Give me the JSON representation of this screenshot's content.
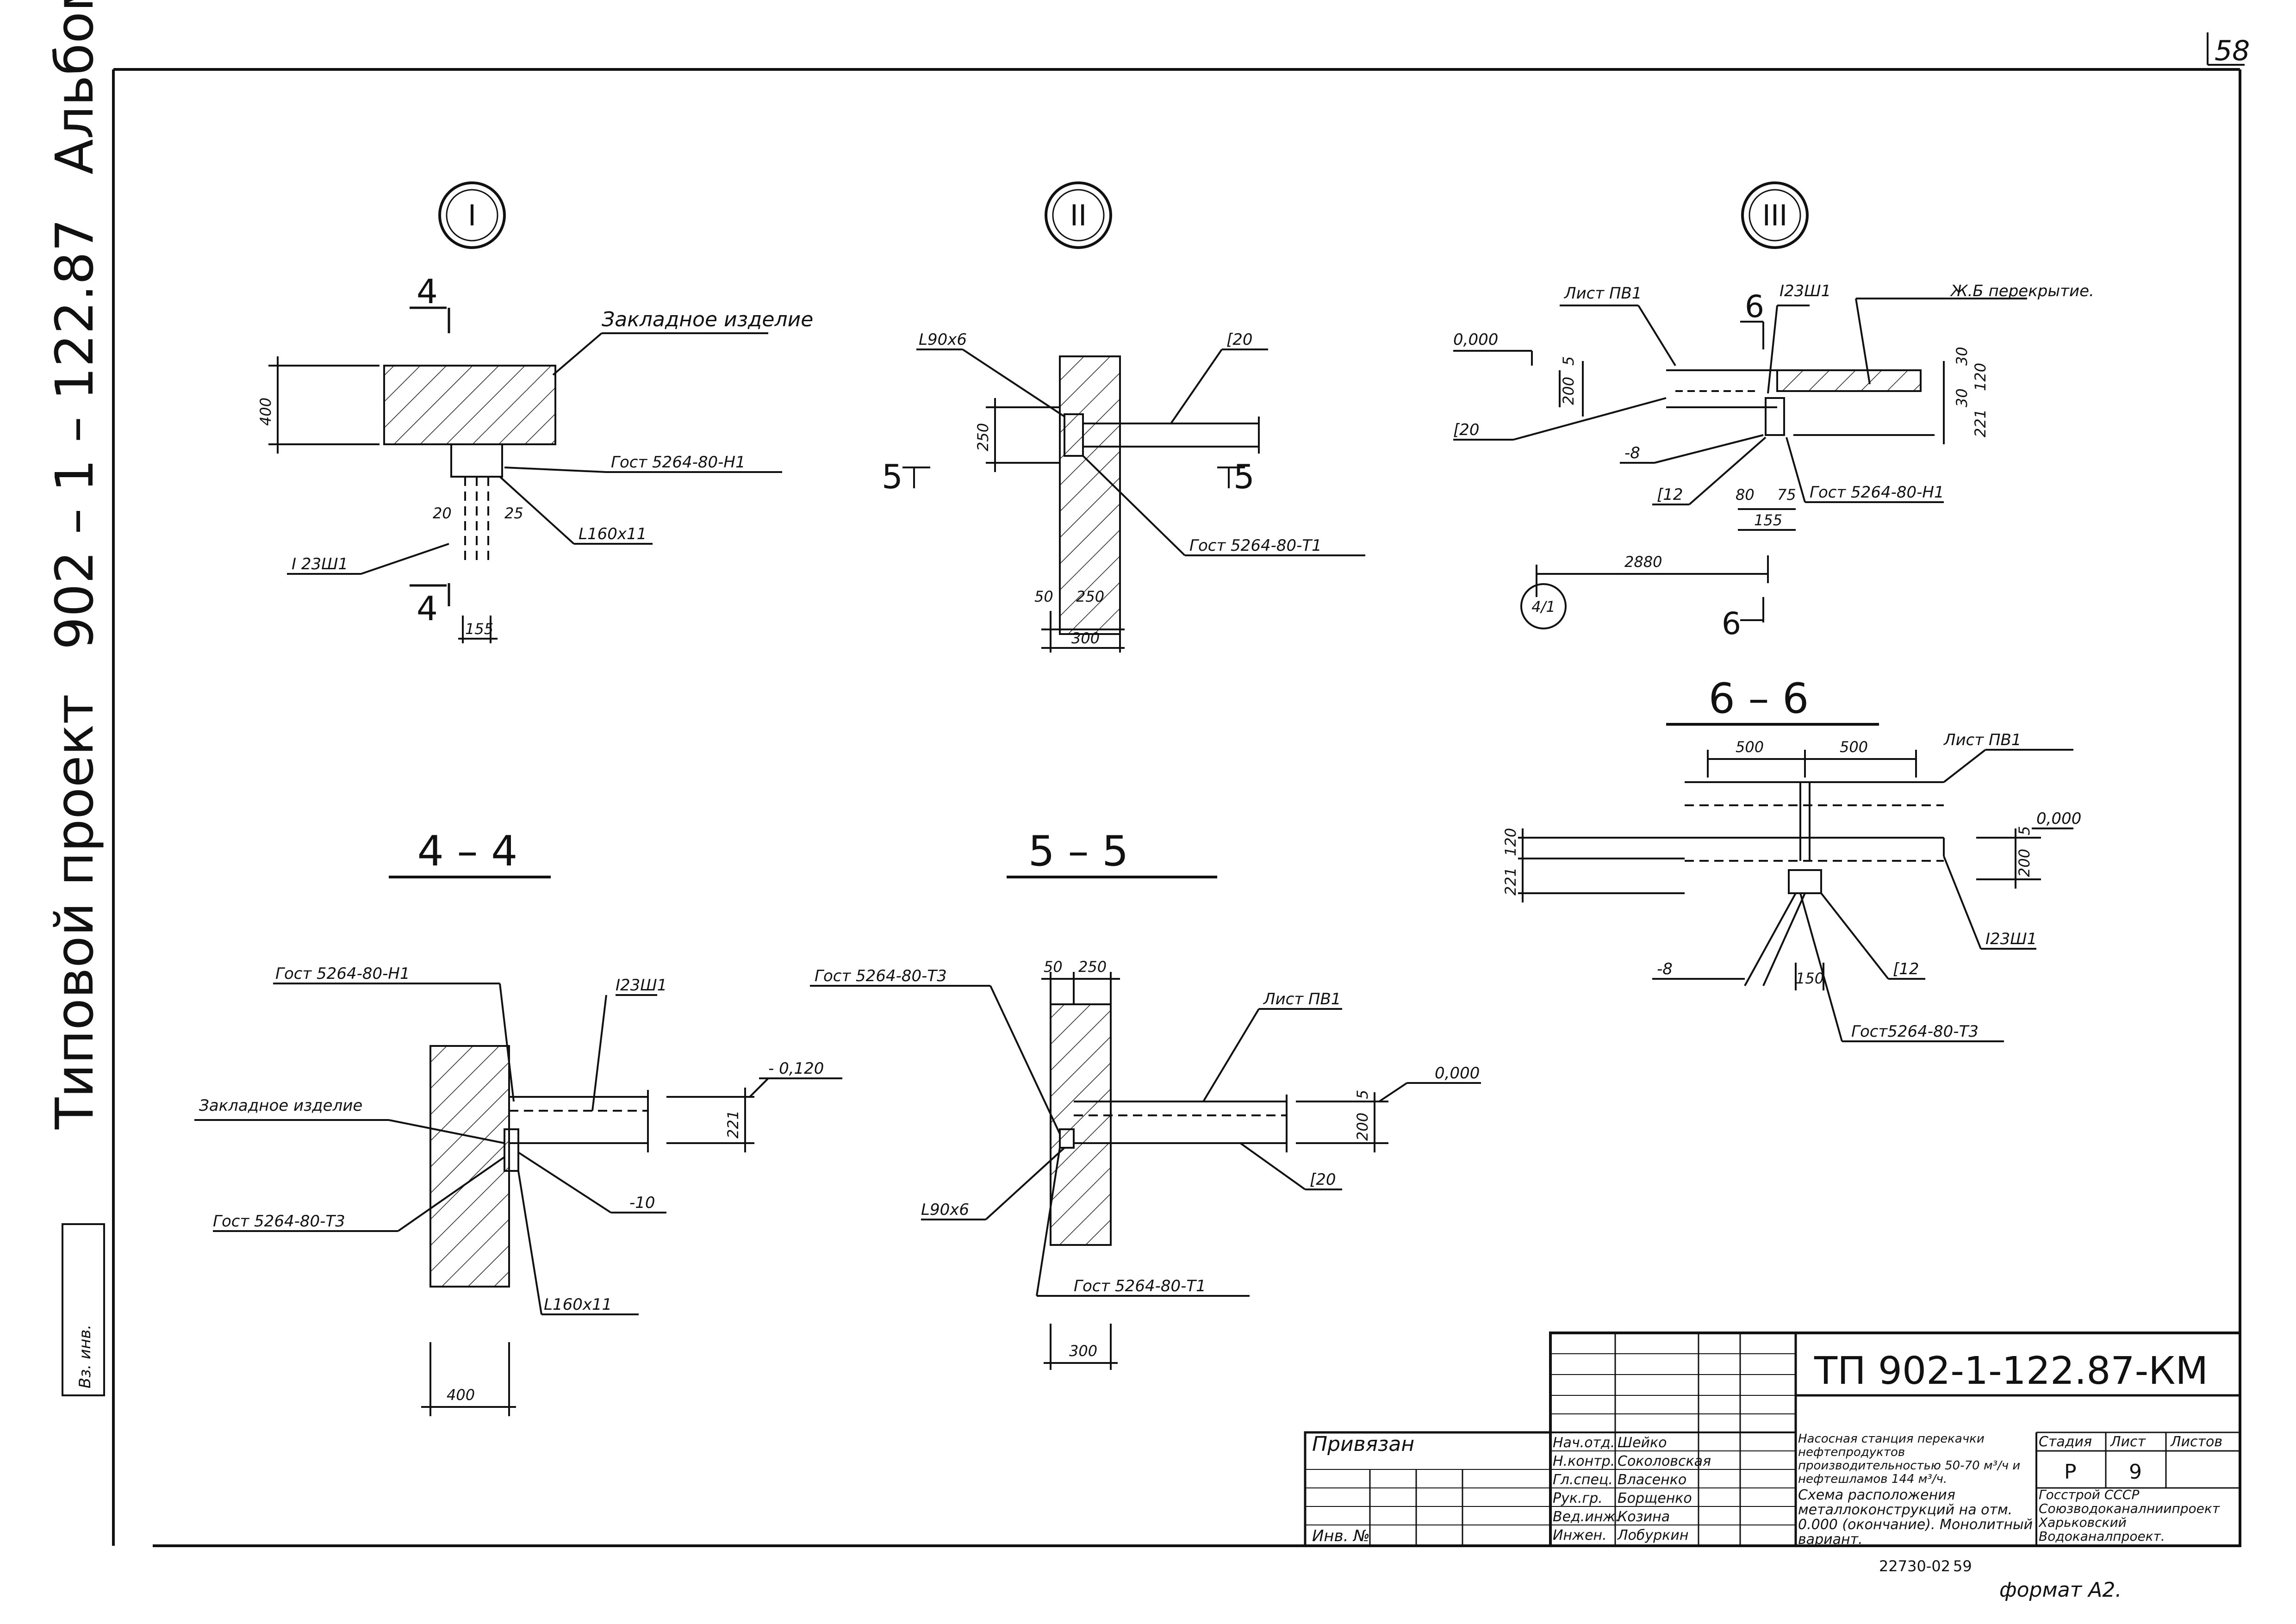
{
  "sheet_number": "58",
  "side_title": {
    "prefix": "Типовой проект",
    "code": "902 – 1 – 122.87",
    "album": "Альбом II"
  },
  "side_stamp": "Вз. инв.",
  "nodes": {
    "node1": {
      "marker": "I",
      "section_mark": "4",
      "labels": {
        "embedded": "Закладное изделие",
        "gost": "Гост 5264-80-Н1",
        "angle": "L160х11",
        "ibeam": "I 23Ш1"
      },
      "dims": [
        "400",
        "20",
        "25",
        "155"
      ]
    },
    "node2": {
      "marker": "II",
      "section_mark": "5",
      "labels": {
        "angle": "L90х6",
        "channel": "[20",
        "gost": "Гост 5264-80-Т1"
      },
      "dims": [
        "250",
        "50",
        "250",
        "300"
      ]
    },
    "node3": {
      "marker": "III",
      "section_mark": "6",
      "axis": "4/1",
      "labels": {
        "sheet": "Лист ПВ1",
        "ibeam": "I23Ш1",
        "slab": "Ж.Б перекрытие.",
        "level": "0,000",
        "channel20": "[20",
        "plate": "-8",
        "channel12": "[12",
        "gost": "Гост 5264-80-Н1"
      },
      "dims": [
        "5",
        "200",
        "30",
        "30",
        "120",
        "221",
        "80",
        "75",
        "155",
        "2880"
      ]
    }
  },
  "sections": {
    "s44": {
      "title": "4 – 4",
      "labels": {
        "gost_top": "Гост 5264-80-Н1",
        "ibeam": "I23Ш1",
        "level": "- 0,120",
        "embedded": "Закладное изделие",
        "gost_bottom": "Гост 5264-80-Т3",
        "plate": "-10",
        "angle": "L160х11"
      },
      "dims": [
        "221",
        "400"
      ]
    },
    "s55": {
      "title": "5 – 5",
      "labels": {
        "gost_top": "Гост 5264-80-Т3",
        "sheet": "Лист ПВ1",
        "level": "0,000",
        "channel": "[20",
        "angle": "L90х6",
        "gost_bottom": "Гост 5264-80-Т1"
      },
      "dims": [
        "50",
        "250",
        "5",
        "200",
        "300"
      ]
    },
    "s66": {
      "title": "6 – 6",
      "labels": {
        "sheet": "Лист ПВ1",
        "level": "0,000",
        "ibeam": "I23Ш1",
        "plate": "-8",
        "channel": "[12",
        "gost": "Гост5264-80-Т3"
      },
      "dims": [
        "500",
        "500",
        "5",
        "200",
        "120",
        "221",
        "150"
      ]
    }
  },
  "title_block": {
    "code": "ТП 902-1-122.87-КМ",
    "bound": "Привязан",
    "inv": "Инв. №",
    "staff": [
      {
        "role": "Нач.отд.",
        "name": "Шейко"
      },
      {
        "role": "Н.контр.",
        "name": "Соколовская"
      },
      {
        "role": "Гл.спец.",
        "name": "Власенко"
      },
      {
        "role": "Рук.гр.",
        "name": "Борщенко"
      },
      {
        "role": "Вед.инж.",
        "name": "Козина"
      },
      {
        "role": "Инжен.",
        "name": "Лобуркин"
      }
    ],
    "object": "Насосная станция перекачки нефтепродуктов производительностью 50-70 м³/ч и нефтешламов 144 м³/ч.",
    "drawing": "Схема расположения металлоконструкций на отм. 0.000 (окончание). Монолитный вариант.",
    "stage_h": "Стадия",
    "sheet_h": "Лист",
    "sheets_h": "Листов",
    "stage": "Р",
    "sheet": "9",
    "org": "Госстрой СССР Союзводоканалниипроект Харьковский Водоканалпроект."
  },
  "footer": {
    "order": "22730-02",
    "page": "59",
    "format": "формат А2."
  }
}
